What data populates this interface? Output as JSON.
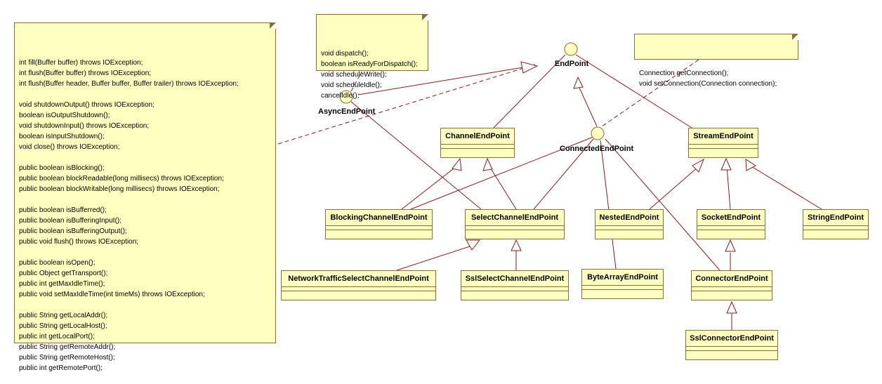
{
  "notes": {
    "big": [
      "int fill(Buffer buffer) throws IOException;",
      "int flush(Buffer buffer) throws IOException;",
      "int flush(Buffer header, Buffer buffer, Buffer trailer) throws IOException;",
      "",
      "void shutdownOutput() throws IOException;",
      "boolean isOutputShutdown();",
      "void shutdownInput() throws IOException;",
      "boolean isInputShutdown();",
      "void close() throws IOException;",
      "",
      "public boolean isBlocking();",
      "public boolean blockReadable(long millisecs) throws IOException;",
      "public boolean blockWritable(long millisecs) throws IOException;",
      "",
      "public boolean isBufferred();",
      "public boolean isBufferingInput();",
      "public boolean isBufferingOutput();",
      "public void flush() throws IOException;",
      "",
      "public boolean isOpen();",
      "public Object getTransport();",
      "public int getMaxIdleTime();",
      "public void setMaxIdleTime(int timeMs) throws IOException;",
      "",
      "public String getLocalAddr();",
      "public String getLocalHost();",
      "public int getLocalPort();",
      "public String getRemoteAddr();",
      "public String getRemoteHost();",
      "public int getRemotePort();"
    ],
    "async": [
      "void dispatch();",
      "boolean isReadyForDispatch();",
      "void scheduleWrite();",
      "void scheduleIdle();",
      "cancelIdle();"
    ],
    "connection": [
      "Connection getConnection();",
      "void setConnection(Connection connection);"
    ]
  },
  "interfaces": {
    "endpoint": "EndPoint",
    "async": "AsyncEndPoint",
    "connected": "ConnectedEndPoint"
  },
  "classes": {
    "channel": "ChannelEndPoint",
    "stream": "StreamEndPoint",
    "blocking": "BlockingChannelEndPoint",
    "select": "SelectChannelEndPoint",
    "nested": "NestedEndPoint",
    "socket": "SocketEndPoint",
    "string": "StringEndPoint",
    "network": "NetworkTrafficSelectChannelEndPoint",
    "sslselect": "SslSelectChannelEndPoint",
    "bytearray": "ByteArrayEndPoint",
    "connector": "ConnectorEndPoint",
    "sslconnector": "SslConnectorEndPoint"
  },
  "colors": {
    "fill": "#ffffc0",
    "border": "#8a6d3b",
    "line": "#8b1a1a"
  }
}
